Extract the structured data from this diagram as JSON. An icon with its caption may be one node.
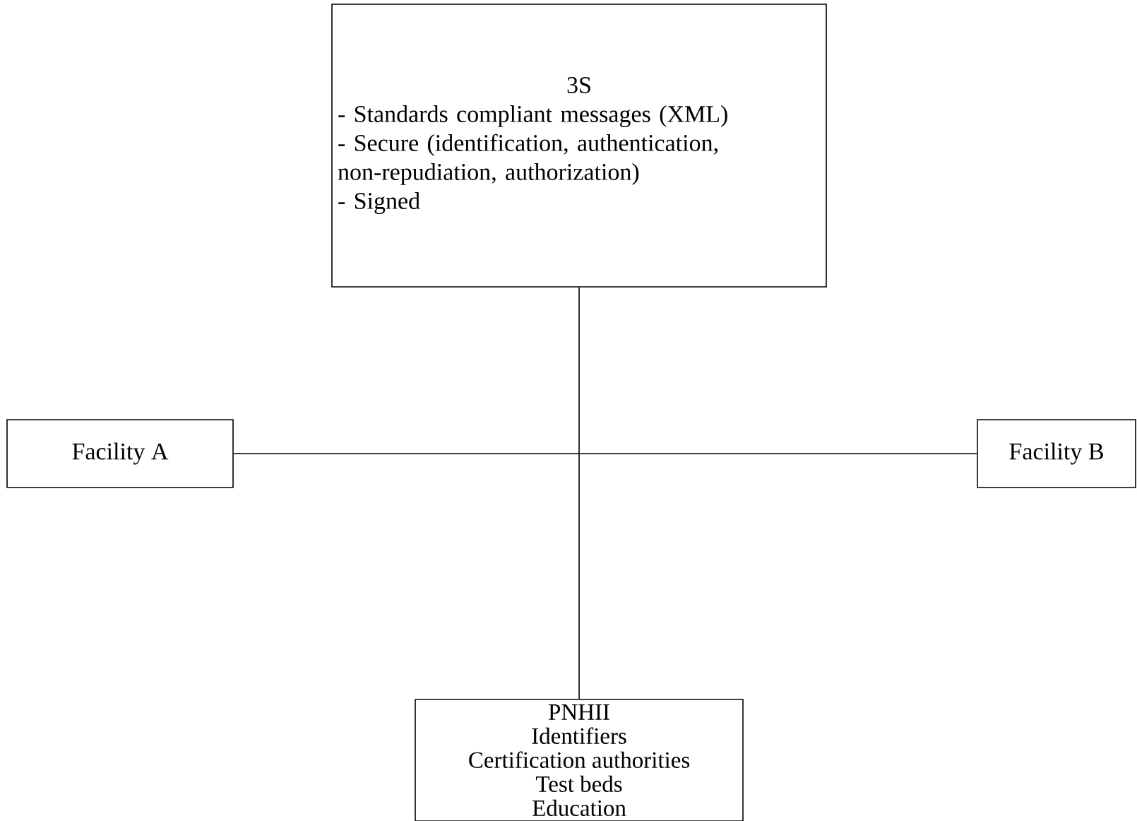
{
  "diagram": {
    "nodes": [
      {
        "text": [
          "3S",
          "- Standards compliant messages (XML)",
          "- Secure (identification, authentication, non-repudiation, authorization)",
          "- Signed"
        ]
      },
      {
        "text": [
          "Facility A"
        ]
      },
      {
        "text": [
          "Facility B"
        ]
      },
      {
        "text": [
          "PNHII",
          "Identifiers",
          "Certification authorities",
          "Test beds",
          "Education"
        ]
      }
    ],
    "edges": [
      {
        "from": 0,
        "to": 3,
        "arrow": "none"
      },
      {
        "from": 1,
        "to": 2,
        "arrow": "none"
      }
    ]
  }
}
